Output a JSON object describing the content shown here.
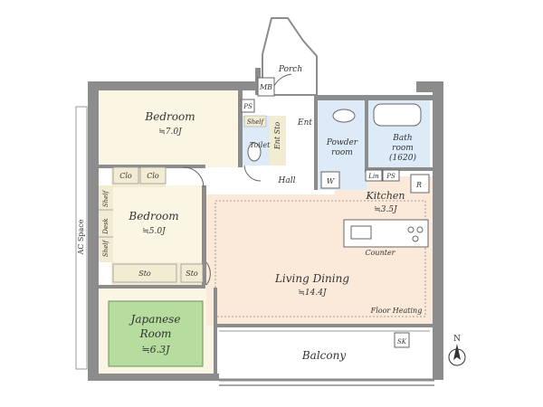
{
  "rooms": {
    "bedroom1": {
      "name": "Bedroom",
      "area": "≒7.0J"
    },
    "bedroom2": {
      "name": "Bedroom",
      "area": "≒5.0J"
    },
    "japanese": {
      "name_line1": "Japanese",
      "name_line2": "Room",
      "area": "≒6.3J"
    },
    "living": {
      "name": "Living Dining",
      "area": "≒14.4J"
    },
    "kitchen": {
      "name": "Kitchen",
      "area": "≒3.5J"
    },
    "powder": {
      "name_line1": "Powder",
      "name_line2": "room"
    },
    "bath": {
      "name_line1": "Bath",
      "name_line2": "room",
      "name_line3": "(1620)"
    },
    "balcony": {
      "name": "Balcony"
    },
    "hall": {
      "name": "Hall"
    },
    "porch": {
      "name": "Porch"
    },
    "entrance": {
      "name": "Ent"
    },
    "toilet": {
      "name": "Toilet"
    }
  },
  "labels": {
    "mb": "MB",
    "ps_top": "PS",
    "ps_kitchen": "PS",
    "shelf_toilet": "Shelf",
    "ent_sto": "Ent Sto",
    "clo1": "Clo",
    "clo2": "Clo",
    "shelf_left1": "Shelf",
    "desk": "Desk",
    "shelf_left2": "Shelf",
    "sto1": "Sto",
    "sto2": "Sto",
    "w": "W",
    "lin": "Lin",
    "r": "R",
    "counter": "Counter",
    "floor_heating": "Floor Heating",
    "ac_space": "AC Space",
    "sk": "SK",
    "north": "N"
  },
  "colors": {
    "wall": "#8c8c8c",
    "bedroom": "#fbf6e3",
    "living": "#fbe9d9",
    "wet": "#dcebf7",
    "tatami": "#b7dca0",
    "storage": "#f2ecd2",
    "hall": "#ffffff"
  }
}
